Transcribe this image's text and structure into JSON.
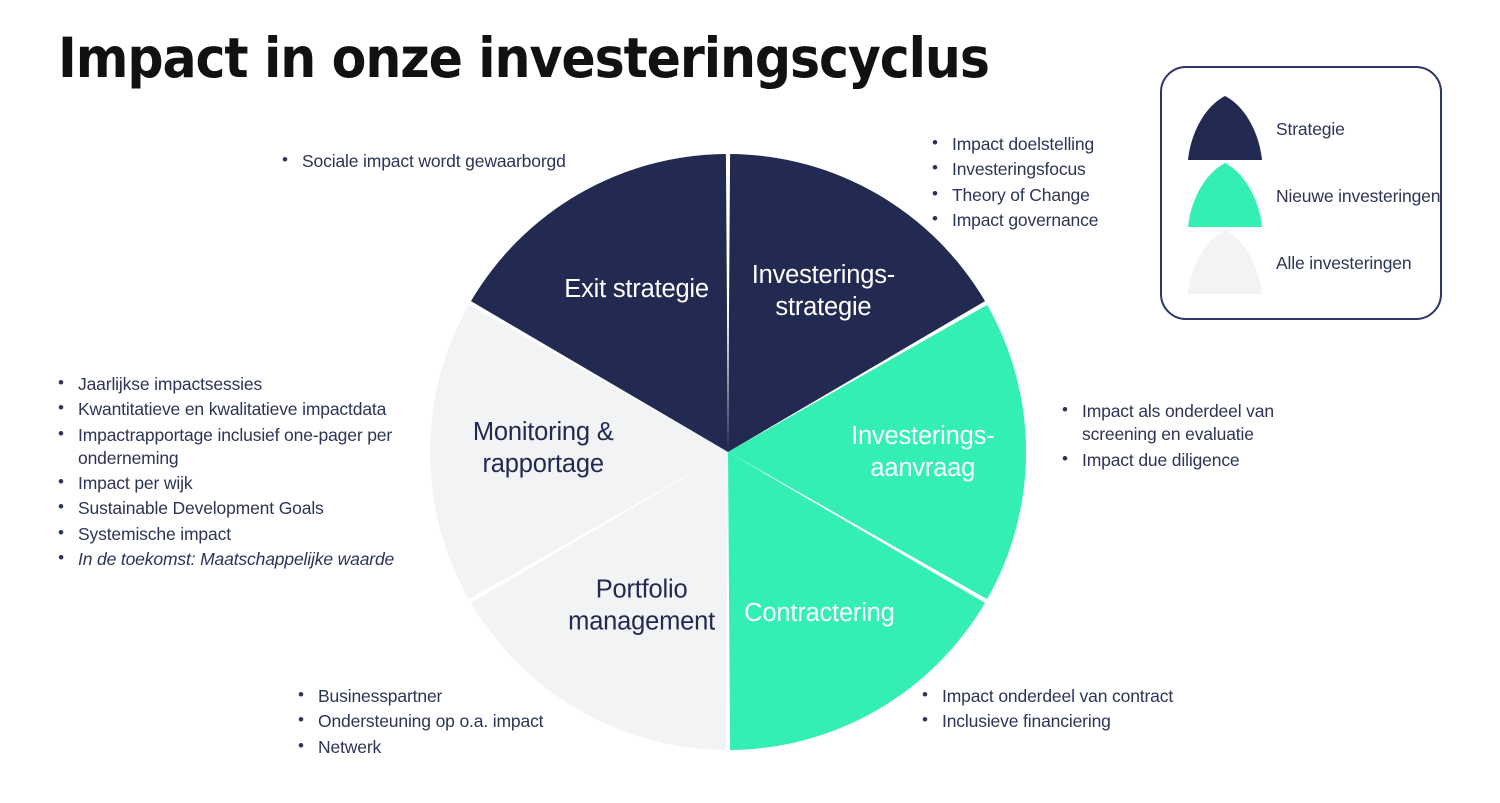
{
  "title": "Impact in onze investeringscyclus",
  "colors": {
    "navy": "#222a51",
    "green": "#33efb4",
    "light": "#f2f3f5",
    "text": "#2c3556",
    "title": "#111111",
    "legend_border": "#2b3566",
    "background": "#ffffff"
  },
  "chart_data": {
    "type": "pie",
    "title": "Impact in onze investeringscyclus",
    "categories": [
      "Investerings-strategie",
      "Investerings-aanvraag",
      "Contractering",
      "Portfolio management",
      "Monitoring & rapportage",
      "Exit strategie"
    ],
    "values": [
      1,
      1,
      1,
      1,
      1,
      1
    ],
    "slice_angles_deg": [
      60,
      60,
      60,
      60,
      60,
      60
    ],
    "start_angle_deg": 0,
    "direction": "clockwise",
    "slice_colors": [
      "#222a51",
      "#33efb4",
      "#33efb4",
      "#f2f3f5",
      "#f2f3f5",
      "#222a51"
    ],
    "slice_label_colors": [
      "#ffffff",
      "#ffffff",
      "#ffffff",
      "#222a51",
      "#222a51",
      "#ffffff"
    ],
    "legend_position": "top-right",
    "grid": false,
    "xlabel": "",
    "ylabel": ""
  },
  "slices": [
    {
      "id": "investeringsstrategie",
      "line1": "Investerings-",
      "line2": "strategie",
      "group": "Strategie"
    },
    {
      "id": "investeringsaanvraag",
      "line1": "Investerings-",
      "line2": "aanvraag",
      "group": "Nieuwe investeringen"
    },
    {
      "id": "contractering",
      "line1": "Contractering",
      "line2": "",
      "group": "Nieuwe investeringen"
    },
    {
      "id": "portfoliomanagement",
      "line1": "Portfolio",
      "line2": "management",
      "group": "Alle investeringen"
    },
    {
      "id": "monitoringrapportage",
      "line1": "Monitoring &",
      "line2": "rapportage",
      "group": "Alle investeringen"
    },
    {
      "id": "exitstrategie",
      "line1": "Exit strategie",
      "line2": "",
      "group": "Strategie"
    }
  ],
  "callouts": {
    "exit": {
      "items": [
        {
          "text": "Sociale impact wordt gewaarborgd",
          "italic": false
        }
      ]
    },
    "investeringsstrategie": {
      "items": [
        {
          "text": "Impact doelstelling",
          "italic": false
        },
        {
          "text": "Investeringsfocus",
          "italic": false
        },
        {
          "text": "Theory of Change",
          "italic": false
        },
        {
          "text": "Impact governance",
          "italic": false
        }
      ]
    },
    "investeringsaanvraag": {
      "items": [
        {
          "text": "Impact als onderdeel van screening en evaluatie",
          "italic": false
        },
        {
          "text": "Impact due diligence",
          "italic": false
        }
      ]
    },
    "contractering": {
      "items": [
        {
          "text": "Impact onderdeel van contract",
          "italic": false
        },
        {
          "text": "Inclusieve financiering",
          "italic": false
        }
      ]
    },
    "portfoliomanagement": {
      "items": [
        {
          "text": "Businesspartner",
          "italic": false
        },
        {
          "text": "Ondersteuning op o.a. impact",
          "italic": false
        },
        {
          "text": "Netwerk",
          "italic": false
        }
      ]
    },
    "monitoringrapportage": {
      "items": [
        {
          "text": "Jaarlijkse impactsessies",
          "italic": false
        },
        {
          "text": "Kwantitatieve en kwalitatieve impactdata",
          "italic": false
        },
        {
          "text": "Impactrapportage inclusief one-pager per onderneming",
          "italic": false
        },
        {
          "text": "Impact per wijk",
          "italic": false
        },
        {
          "text": "Sustainable Development Goals",
          "italic": false
        },
        {
          "text": "Systemische impact",
          "italic": false
        },
        {
          "text": "In de toekomst: Maatschappelijke waarde",
          "italic": true
        }
      ]
    }
  },
  "legend": {
    "items": [
      {
        "label": "Strategie",
        "color": "#222a51",
        "icon": "pie-wedge-icon"
      },
      {
        "label": "Nieuwe investeringen",
        "color": "#33efb4",
        "icon": "pie-wedge-icon"
      },
      {
        "label": "Alle investeringen",
        "color": "#f2f3f5",
        "icon": "pie-wedge-icon"
      }
    ]
  }
}
